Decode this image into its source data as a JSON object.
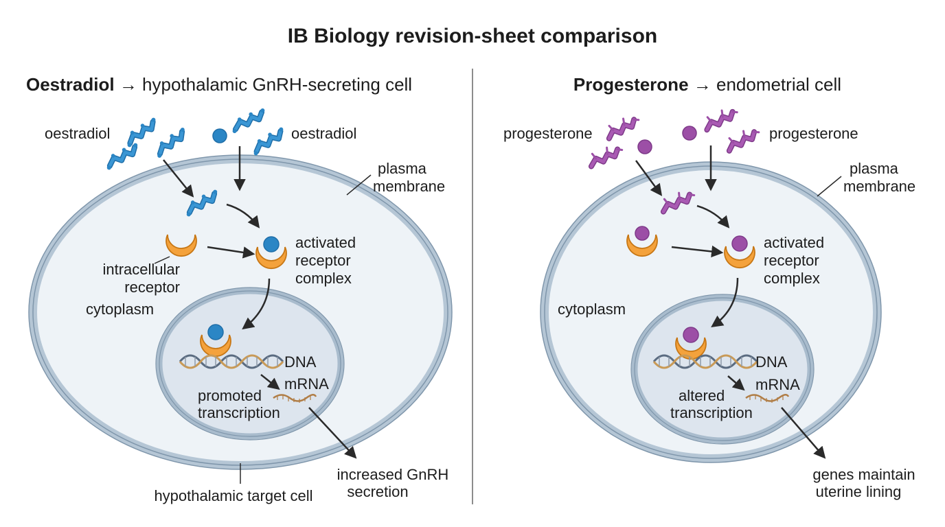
{
  "title": "IB Biology revision-sheet comparison",
  "left": {
    "title_bold": "Oestradiol",
    "title_rest": " → hypothalamic GnRH-secreting cell",
    "hormone_left": "oestradiol",
    "hormone_right": "oestradiol",
    "plasma_membrane_1": "plasma",
    "plasma_membrane_2": "membrane",
    "receptor_1": "intracellular",
    "receptor_2": "receptor",
    "cytoplasm": "cytoplasm",
    "complex_1": "activated",
    "complex_2": "receptor",
    "complex_3": "complex",
    "dna": "DNA",
    "mrna": "mRNA",
    "transcription_1": "promoted",
    "transcription_2": "transcription",
    "outcome_1": "increased GnRH",
    "outcome_2": "secretion",
    "cell_label": "hypothalamic target cell"
  },
  "right": {
    "title_bold": "Progesterone",
    "title_rest": " → endometrial cell",
    "hormone_left": "progesterone",
    "hormone_right": "progesterone",
    "plasma_membrane_1": "plasma",
    "plasma_membrane_2": "membrane",
    "cytoplasm": "cytoplasm",
    "complex_1": "activated",
    "complex_2": "receptor",
    "complex_3": "complex",
    "dna": "DNA",
    "mrna": "mRNA",
    "transcription_1": "altered",
    "transcription_2": "transcription",
    "outcome_1": "genes maintain",
    "outcome_2": "uterine lining"
  },
  "colors": {
    "oestradiol": "#2b86c5",
    "progesterone": "#9c4fa6",
    "receptor": "#f4a23c",
    "membrane": "#a9bccd",
    "cytoplasm": "#eef3f7",
    "nucleus": "#dde5ee"
  }
}
